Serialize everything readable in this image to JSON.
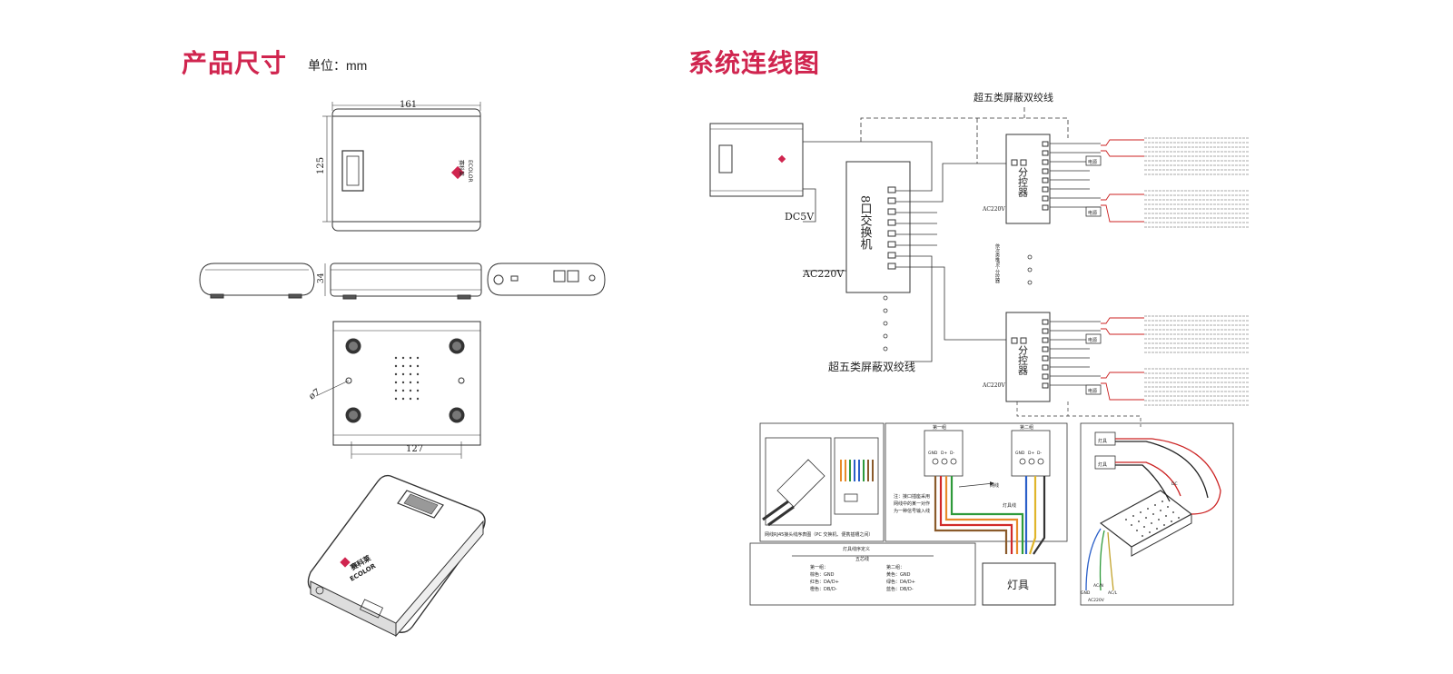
{
  "colors": {
    "accent": "#d0254f",
    "line": "#333333"
  },
  "left": {
    "title": "产品尺寸",
    "unit": "单位：mm",
    "dims": {
      "width": "161",
      "height": "125",
      "thickness": "34",
      "hole": "ø7",
      "mount": "127"
    },
    "brand_cn": "赛科莱",
    "brand_en": "ECOLOR"
  },
  "right": {
    "title": "系统连线图",
    "cable_top": "超五类屏蔽双绞线",
    "cable_bottom": "超五类屏蔽双绞线",
    "dc5v": "DC5V",
    "ac220v": "AC220V",
    "switch": "8口交换机",
    "splitter": "分控器",
    "splitter_ac": "AC220V",
    "psu": "电源",
    "note_vertical": "依次类推N个分控器",
    "lamp": "灯具",
    "lamp_line": "灯具线",
    "net_line": "网线",
    "group1": "第一组",
    "group2": "第二组",
    "pin_labels": [
      "GND",
      "D+",
      "D-"
    ],
    "note_text": [
      "注：接口插座采用",
      "网线中的某一对作",
      "为一种信号输入线"
    ],
    "rj45_caption": "网线RJ45接头线序表图（PC 交换机、便携插槽之间）",
    "color_def_title": "灯具线序定义",
    "color_def_sub": "五芯线",
    "color_def_g1_title": "第一组：",
    "color_def_g1": [
      "棕色：GND",
      "红色：DA/D+",
      "橙色：DB/D-"
    ],
    "color_def_g2_title": "第二组：",
    "color_def_g2": [
      "黄色：GND",
      "绿色：DA/D+",
      "蓝色：DB/D-"
    ],
    "psu_lamp": "灯具",
    "psu_gnd": "GND",
    "psu_acl": "AC/L",
    "psu_acn": "AC/N",
    "psu_ac": "AC220V",
    "psu_dc": "DC"
  }
}
